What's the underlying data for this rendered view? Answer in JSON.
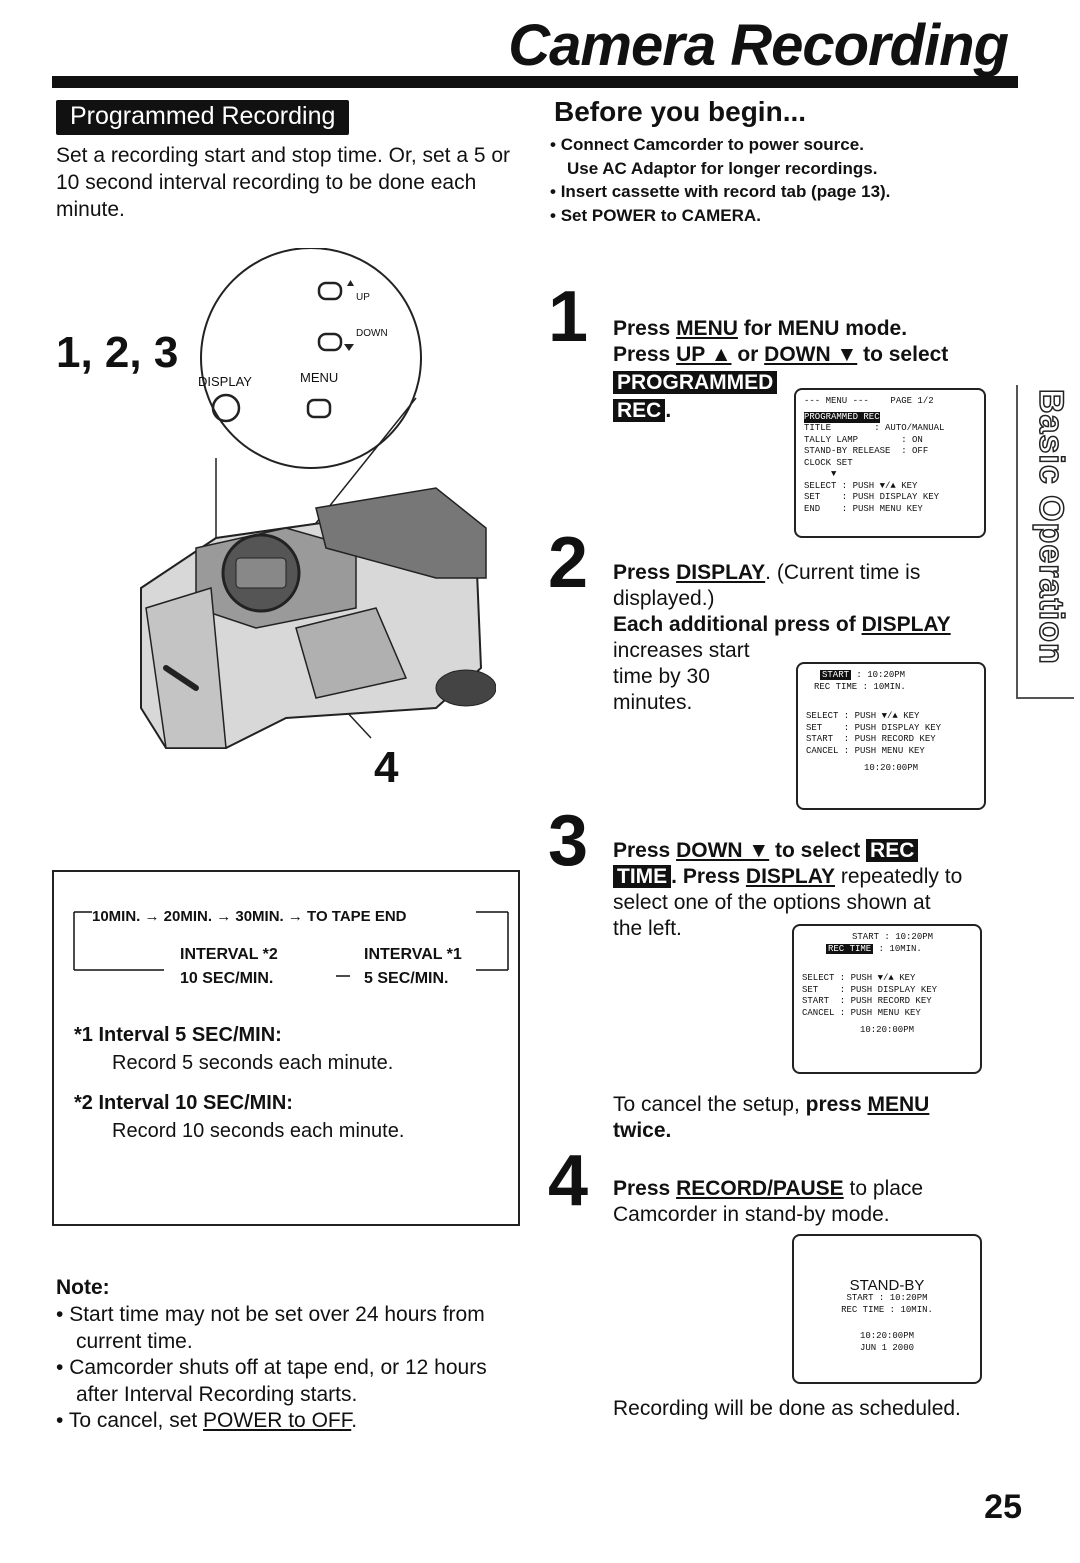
{
  "header": {
    "title": "Camera Recording",
    "section": "Programmed Recording"
  },
  "intro": "Set a recording start and stop time. Or, set a 5 or 10 second interval recording to be done each minute.",
  "side_tab": "Basic Operation",
  "illustration": {
    "callout_123": "1, 2, 3",
    "callout_4": "4",
    "label_up": "UP",
    "label_down": "DOWN",
    "label_display": "DISPLAY",
    "label_menu": "MENU"
  },
  "before": {
    "heading": "Before you begin...",
    "items": [
      "Connect Camcorder to power source.",
      "Use AC Adaptor for longer recordings.",
      "Insert cassette with record tab (page 13).",
      "Set POWER to CAMERA."
    ]
  },
  "step1": {
    "num": "1",
    "a1": "Press ",
    "a_menu": "MENU",
    "a2": " for MENU mode.",
    "b1": "Press ",
    "b_up": "UP ▲",
    "b2": " or ",
    "b_down": "DOWN ▼",
    "b3": " to select",
    "inv1": "PROGRAMMED",
    "inv2": "REC",
    "dot": ".",
    "lcd": {
      "header": "--- MENU ---    PAGE 1/2",
      "highlight": "PROGRAMMED REC",
      "lines": [
        "TITLE        : AUTO/MANUAL",
        "TALLY LAMP        : ON",
        "STAND-BY RELEASE  : OFF",
        "CLOCK SET",
        "     ▼",
        "SELECT : PUSH ▼/▲ KEY",
        "SET    : PUSH DISPLAY KEY",
        "END    : PUSH MENU KEY"
      ]
    }
  },
  "step2": {
    "num": "2",
    "a1": "Press ",
    "a_display": "DISPLAY",
    "a2": ". (Current time is",
    "a3": "displayed.)",
    "b1": "Each additional press of ",
    "b_display": "DISPLAY",
    "c": [
      "increases start",
      "time by 30",
      "minutes."
    ],
    "lcd": {
      "start_label": "START",
      "start_val": " : 10:20PM",
      "rec_label": "REC TIME",
      "rec_val": " : 10MIN.",
      "lines": [
        "SELECT : PUSH ▼/▲ KEY",
        "SET    : PUSH DISPLAY KEY",
        "START  : PUSH RECORD KEY",
        "CANCEL : PUSH MENU KEY"
      ],
      "clock": "10:20:00PM"
    }
  },
  "step3": {
    "num": "3",
    "a1": "Press ",
    "a_down": "DOWN ▼",
    "a2": " to select ",
    "inv1": "REC",
    "inv2": "TIME",
    "b1": ". Press ",
    "b_display": "DISPLAY",
    "b2": " repeatedly to",
    "c": [
      "select one of the options shown at",
      "the left."
    ],
    "lcd": {
      "start_label": "START",
      "start_val": " : 10:20PM",
      "rec_label": "REC TIME",
      "rec_val": " : 10MIN.",
      "lines": [
        "SELECT : PUSH ▼/▲ KEY",
        "SET    : PUSH DISPLAY KEY",
        "START  : PUSH RECORD KEY",
        "CANCEL : PUSH MENU KEY"
      ],
      "clock": "10:20:00PM"
    },
    "cancel1": "To cancel the setup, ",
    "cancel_press": "press ",
    "cancel_menu": "MENU",
    "cancel_twice": "twice."
  },
  "step4": {
    "num": "4",
    "a1": "Press ",
    "a_rp": "RECORD/PAUSE",
    "a2": " to place",
    "a3": "Camcorder in stand-by mode.",
    "lcd": {
      "standby": "STAND-BY",
      "start": "START : 10:20PM",
      "rec": "REC TIME : 10MIN.",
      "clock": "10:20:00PM",
      "date": "JUN  1 2000"
    },
    "result": "Recording will be done as scheduled."
  },
  "interval": {
    "seq": "10MIN. → 20MIN. → 30MIN. → TO TAPE END",
    "int2_label": "INTERVAL *2",
    "int2_val": "10 SEC/MIN.",
    "int1_label": "INTERVAL *1",
    "int1_val": "5 SEC/MIN.",
    "fn1_title": "*1  Interval  5 SEC/MIN:",
    "fn1_text": "Record 5 seconds each minute.",
    "fn2_title": "*2  Interval 10 SEC/MIN:",
    "fn2_text": "Record 10 seconds each minute."
  },
  "note": {
    "heading": "Note:",
    "items": [
      "Start time may not be set over 24 hours from current time.",
      "Camcorder shuts off at tape end, or 12 hours after Interval Recording starts."
    ],
    "last_pre": "To cancel, set ",
    "last_u": "POWER to OFF",
    "last_post": "."
  },
  "page_number": "25"
}
